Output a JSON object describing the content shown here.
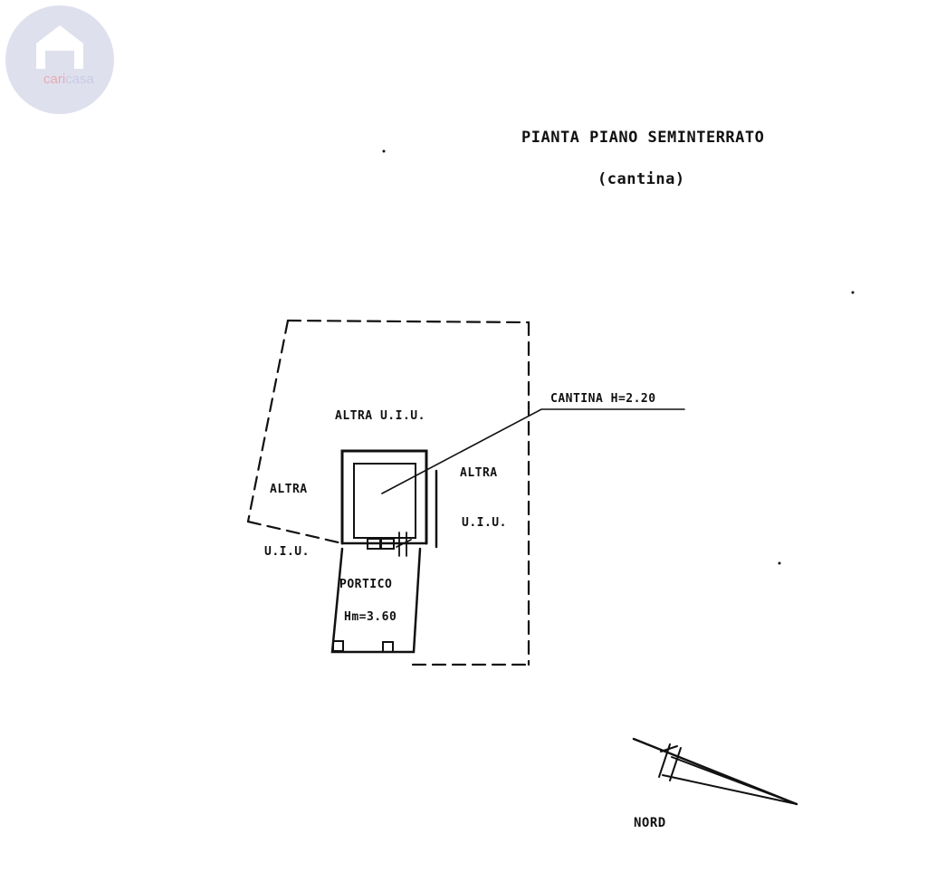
{
  "watermark": {
    "text_a": "cari",
    "text_b": "casa",
    "colors": {
      "circle": "#dfe0ee",
      "text_a": "#e8aab0",
      "text_b": "#c8cbe4"
    }
  },
  "title": {
    "line1": "PIANTA PIANO SEMINTERRATO",
    "line2": "(cantina)"
  },
  "labels": {
    "altra_uiu_top": "ALTRA U.I.U.",
    "altra_left_1": "ALTRA",
    "altra_left_2": "U.I.U.",
    "altra_right_1": "ALTRA",
    "altra_right_2": "U.I.U.",
    "cantina": "CANTINA H=2.20",
    "portico_1": "PORTICO",
    "portico_2": "Hm=3.60",
    "nord": "NORD"
  },
  "colors": {
    "ink": "#111111",
    "background": "#ffffff"
  }
}
